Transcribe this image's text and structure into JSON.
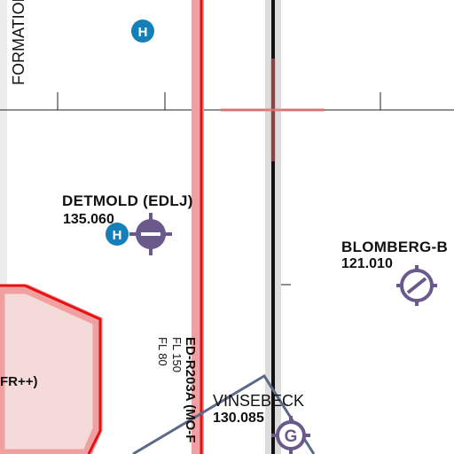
{
  "map": {
    "colors": {
      "restricted_line": "#e81010",
      "restricted_band": "#f0a0a0",
      "airspace_fill": "#f5dada",
      "airway": "#5a6a88",
      "helipad": "#1580b8",
      "airport_symbol": "#6a5a8c",
      "background": "#ffffff"
    },
    "vertical_text_left": "FORMATION",
    "airports": [
      {
        "name": "DETMOLD (EDLJ)",
        "frequency": "135.060",
        "icon": "airport-symbol-icon"
      },
      {
        "name": "BLOMBERG-B",
        "frequency": "121.010",
        "icon": "airport-symbol-icon"
      },
      {
        "name": "VINSEBECK",
        "frequency": "130.085",
        "icon": "glider-site-icon",
        "icon_letter": "G"
      }
    ],
    "helipads": [
      {
        "icon": "helipad-icon",
        "letter": "H"
      },
      {
        "icon": "helipad-icon",
        "letter": "H"
      }
    ],
    "restricted_area": {
      "label": "ED-R203A (MO-F",
      "upper": "FL 150",
      "lower": "FL 80"
    },
    "airspace_label": "FR++)"
  }
}
